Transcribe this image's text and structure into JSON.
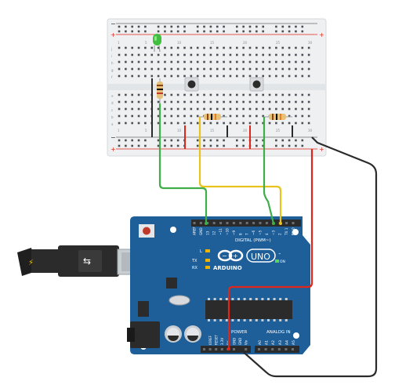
{
  "breadboard": {
    "row_letters_top": [
      "j",
      "i",
      "h",
      "g",
      "f"
    ],
    "row_letters_bottom": [
      "e",
      "d",
      "c",
      "b",
      "a"
    ],
    "column_numbers": [
      "1",
      "5",
      "10",
      "15",
      "20",
      "25",
      "30"
    ],
    "plus_label": "+",
    "minus_label": "−"
  },
  "arduino": {
    "brand": "ARDUINO",
    "model": "UNO",
    "digital_label": "DIGITAL (PWM~)",
    "power_label": "POWER",
    "analog_label": "ANALOG IN",
    "on_label": "ON",
    "led_labels": [
      "L",
      "TX",
      "RX"
    ],
    "top_pin_labels": [
      "AREF",
      "GND",
      "13",
      "12",
      "~11",
      "~10",
      "~9",
      "8",
      "7",
      "~6",
      "~5",
      "4",
      "~3",
      "2",
      "TX 1",
      "RX 0"
    ],
    "power_pin_labels": [
      "IOREF",
      "RESET",
      "3.3V",
      "5V",
      "GND",
      "GND",
      "Vin"
    ],
    "analog_pin_labels": [
      "A0",
      "A1",
      "A2",
      "A3",
      "A4",
      "A5"
    ]
  },
  "colors": {
    "wire_green": "#3fae49",
    "wire_yellow": "#e8c31d",
    "wire_red": "#e0261b",
    "wire_black": "#2b2b2b",
    "board_blue": "#1f5f99",
    "led_green": "#3fbf3f"
  }
}
